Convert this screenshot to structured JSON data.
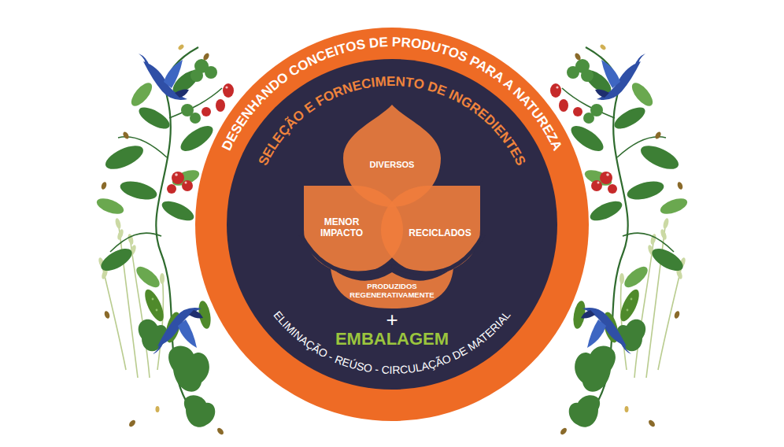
{
  "diagram": {
    "nodes": [
      {
        "text": [
          "DESENHANDO CONCEITOS DE PRODUTOS PARA A NATUREZA"
        ]
      },
      {
        "text": [
          "SELEÇÃO E FORNECIMENTO DE INGREDIENTES"
        ],
        "in": 0
      },
      {
        "text": [
          "DIVERSOS"
        ],
        "in": 1
      },
      {
        "text": [
          "MENOR IMPACTO"
        ],
        "in": 1
      },
      {
        "text": [
          "RECICLADOS"
        ],
        "in": 1
      },
      {
        "text": [
          "PRODUZIDOS REGENERATIVAMENTE"
        ],
        "in": 1
      }
    ],
    "labels": [
      "+",
      "EMBALAGEM",
      "ELIMINAÇÃO - REÚSO - CIRCULAÇÃO DE MATERIAL"
    ]
  }
}
